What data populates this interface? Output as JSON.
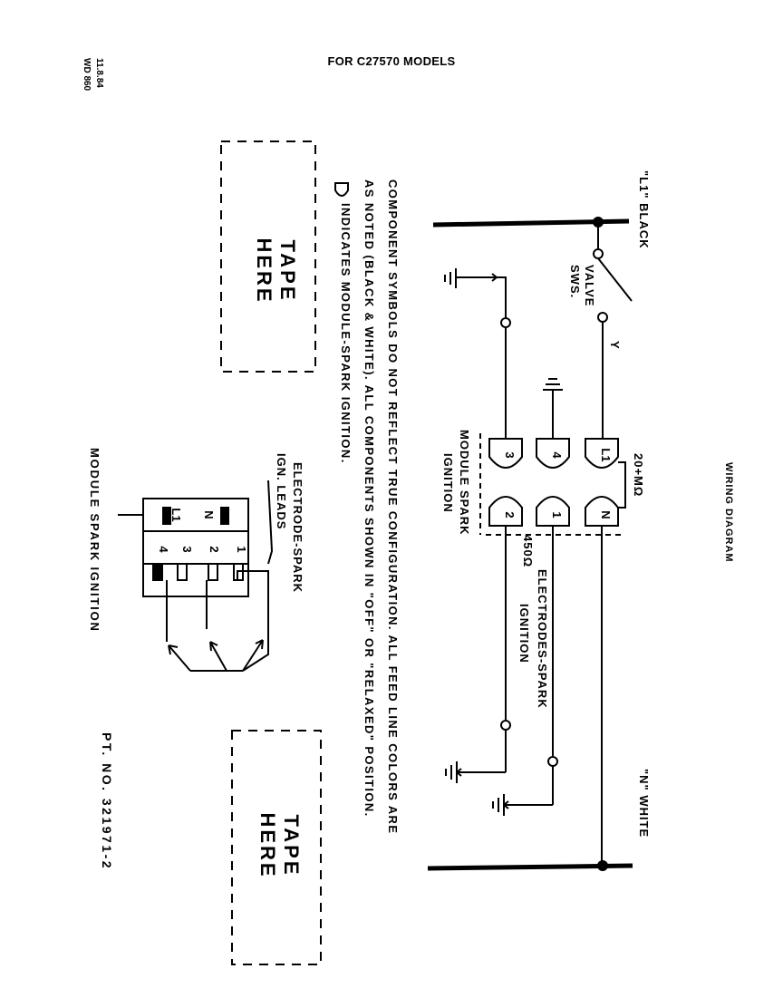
{
  "header": {
    "title": "FOR C27570 MODELS"
  },
  "side_codes": {
    "date": "11.8.84",
    "code": "WD 860"
  },
  "diagram_title": "WIRING DIAGRAM",
  "line_labels": {
    "l1": "\"L1\" BLACK",
    "n": "\"N\" WHITE"
  },
  "valve_switch": {
    "line1": "VALVE",
    "line2": "SWS."
  },
  "wire_mark_y": "Y",
  "resistors": {
    "upper": "20+MΩ",
    "lower": "450Ω"
  },
  "module_terminals": {
    "top": [
      "3",
      "4",
      "L1"
    ],
    "bottom": [
      "2",
      "1",
      "N"
    ]
  },
  "module_label": {
    "line1": "MODULE SPARK",
    "line2": "IGNITION"
  },
  "electrodes_label": {
    "line1": "ELECTRODES-SPARK",
    "line2": "IGNITION"
  },
  "notes": {
    "line1": "COMPONENT SYMBOLS DO NOT REFLECT TRUE CONFIGURATION.   ALL FEED LINE COLORS ARE",
    "line2": "AS NOTED  (BLACK & WHITE).   ALL COMPONENTS SHOWN IN \"OFF\" OR \"RELAXED\" POSITION.",
    "line3": "INDICATES MODULE-SPARK IGNITION."
  },
  "tape": {
    "line1": "TAPE",
    "line2": "HERE"
  },
  "module_block": {
    "leads_label_1": "ELECTRODE-SPARK",
    "leads_label_2": "IGN. LEADS",
    "left_terminals": [
      "N",
      "L1"
    ],
    "right_terminals": [
      "1",
      "2",
      "3",
      "4"
    ],
    "caption": "MODULE SPARK IGNITION"
  },
  "part_number": "PT. NO. 321971-2"
}
